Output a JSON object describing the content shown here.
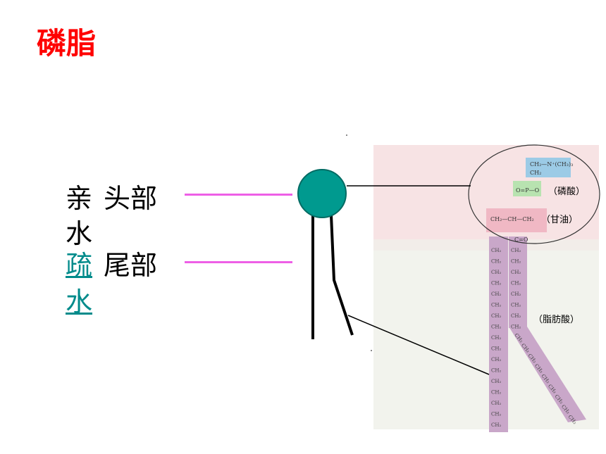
{
  "title": "磷脂",
  "labels": {
    "hydrophilic_1": "亲",
    "hydrophilic_2": "水",
    "head": "头部",
    "hydrophobic_1": "疏",
    "hydrophobic_2": "水",
    "tail": "尾部"
  },
  "structure": {
    "phosphate_label": "（磷酸）",
    "glycerol_label": "（甘油）",
    "fatty_acid_label": "（脂肪酸）",
    "choline_text": "CH₂—N⁺(CH₃)₃",
    "ch2_text": "CH₂",
    "phosphate_text": "O=P—O",
    "glycerol_text": "CH₂—CH—CH₂",
    "ester_text": "C=O",
    "chain_unit": "CH₂"
  },
  "colors": {
    "title": "#ff0000",
    "link": "#008b8b",
    "head_fill": "#009a8f",
    "pink_line": "#ee5fe6",
    "tail_band": "#c9a7c9",
    "glycerol_band": "#f0b8c4",
    "phosphate_band": "#b8e3b0",
    "choline_band": "#9ccbe6"
  }
}
